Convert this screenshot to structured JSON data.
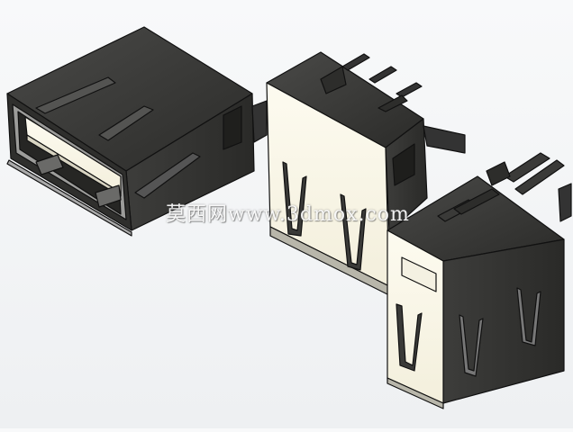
{
  "watermark": {
    "text": "莫西网www.3dmox.com"
  },
  "colors": {
    "background": "#f4f5f6",
    "body_dark": "#3a3a38",
    "body_top": "#2e2e2c",
    "insulator_cream": "#fbf8ea",
    "metal_edge": "#9a9a98",
    "outline": "#111111"
  },
  "objects": [
    {
      "name": "usb-connector-horizontal",
      "description_icon": "usb-a-receptacle-icon"
    },
    {
      "name": "usb-connector-vertical-rear",
      "description_icon": "usb-a-receptacle-icon"
    },
    {
      "name": "usb-connector-vertical-front",
      "description_icon": "usb-a-receptacle-icon"
    }
  ]
}
